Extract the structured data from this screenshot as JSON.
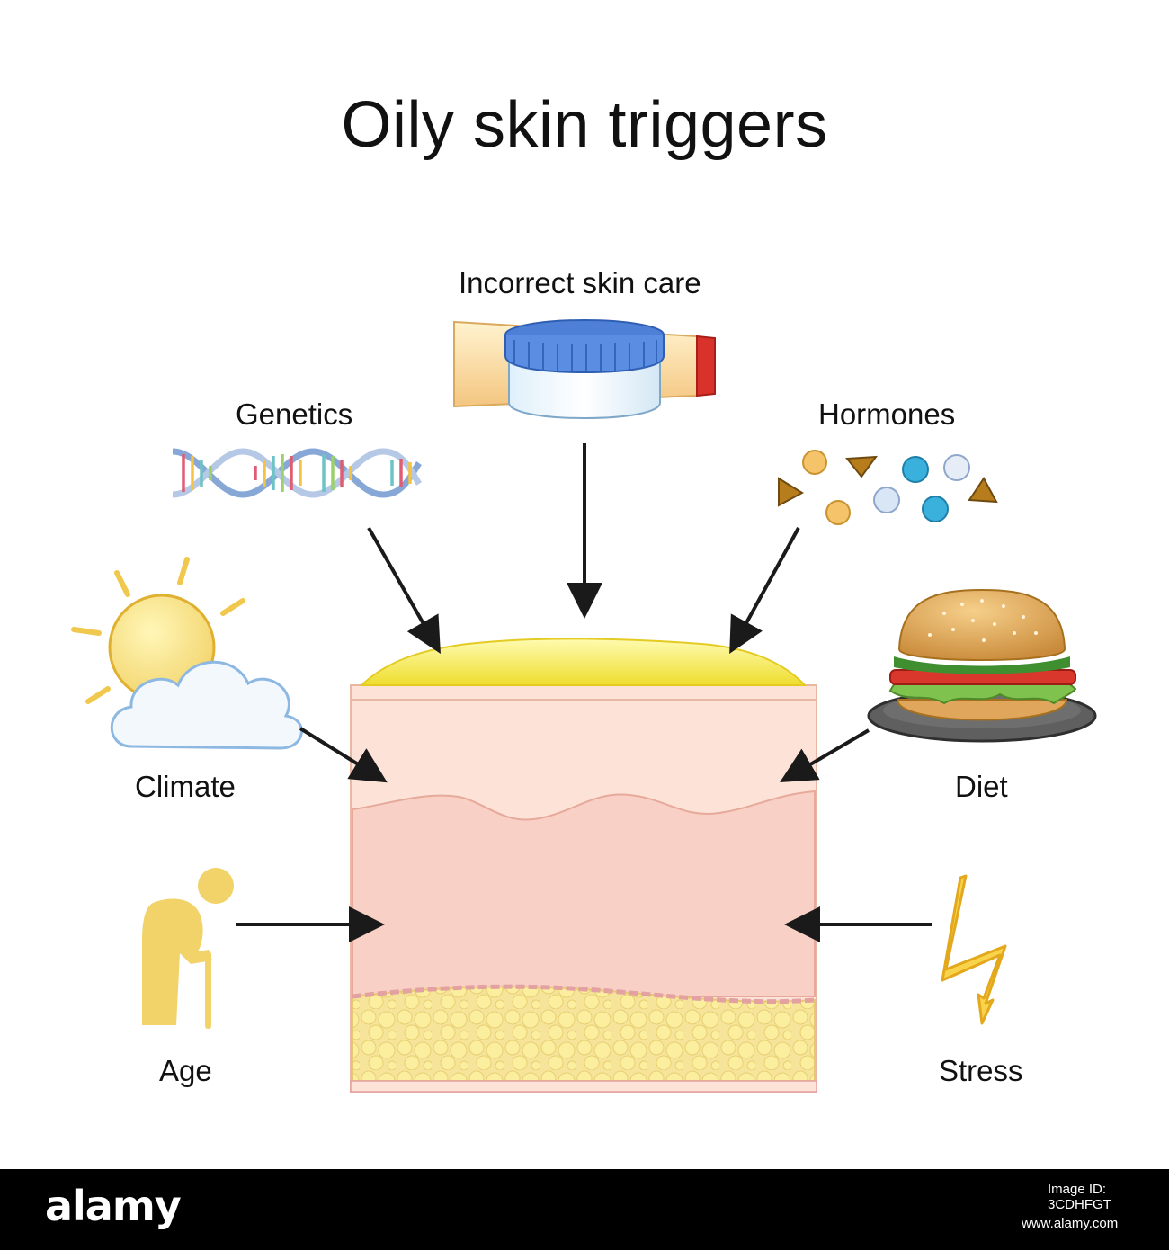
{
  "title": "Oily skin triggers",
  "triggers": {
    "skin_care": "Incorrect skin care",
    "genetics": "Genetics",
    "hormones": "Hormones",
    "climate": "Climate",
    "diet": "Diet",
    "age": "Age",
    "stress": "Stress"
  },
  "icons": {
    "skin_care": "cream-jar-and-tube-icon",
    "genetics": "dna-helix-icon",
    "hormones": "pills-icon",
    "climate": "sun-cloud-icon",
    "diet": "hamburger-icon",
    "age": "elderly-person-icon",
    "stress": "lightning-icon",
    "center": "skin-cross-section-with-sebum"
  },
  "colors": {
    "sebum": "#f2e84a",
    "epidermis": "#fbe0d6",
    "dermis": "#f7cfc4",
    "fat": "#f6e49a",
    "arrow": "#1a1a1a",
    "accent": "#f2d36a"
  },
  "footer": {
    "brand": "alamy",
    "image_id": "Image ID: 3CDHFGT",
    "url": "www.alamy.com"
  }
}
